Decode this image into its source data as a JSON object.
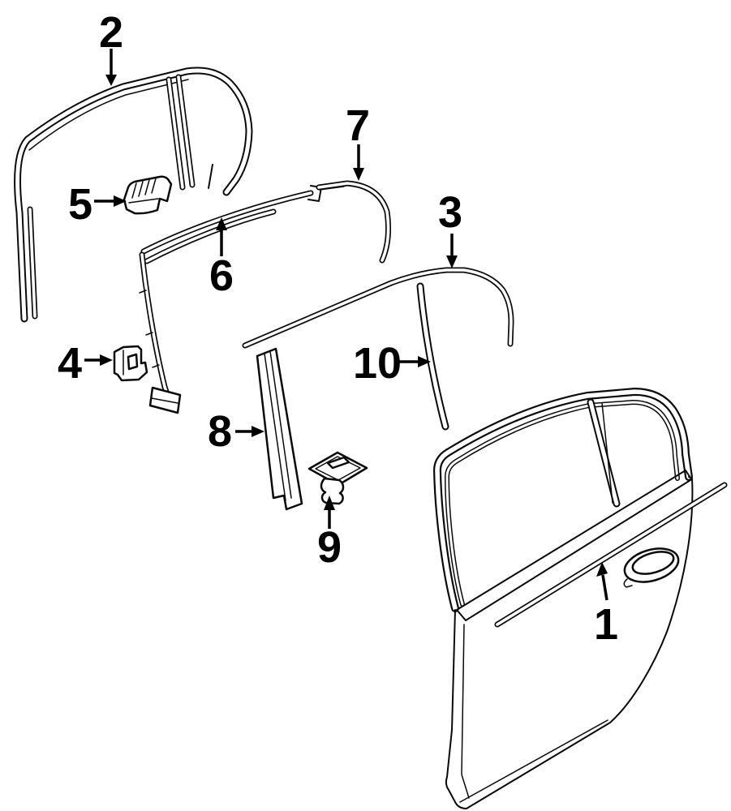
{
  "diagram": {
    "background_color": "#ffffff",
    "line_color": "#0a0a0a",
    "callouts": [
      {
        "label": "1",
        "part": "door-belt-molding"
      },
      {
        "label": "2",
        "part": "window-frame-seal"
      },
      {
        "label": "3",
        "part": "upper-trim-molding"
      },
      {
        "label": "4",
        "part": "retainer-clip"
      },
      {
        "label": "5",
        "part": "ribbed-clip"
      },
      {
        "label": "6",
        "part": "window-guide-molding"
      },
      {
        "label": "7",
        "part": "corner-trim-strip"
      },
      {
        "label": "8",
        "part": "window-guide-channel"
      },
      {
        "label": "9",
        "part": "grommet-plug"
      },
      {
        "label": "10",
        "part": "rear-guide-strip"
      }
    ]
  }
}
